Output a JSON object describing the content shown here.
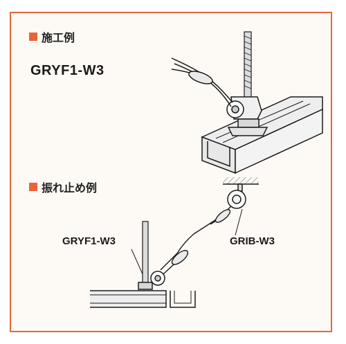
{
  "sections": {
    "construction": {
      "heading": "施工例",
      "model": "GRYF1-W3"
    },
    "sway_brace": {
      "heading": "振れ止め例",
      "label_left": "GRYF1-W3",
      "label_right": "GRIB-W3"
    }
  },
  "colors": {
    "accent": "#e8643a",
    "line": "#1a1a1a",
    "paper": "#fdf9f4"
  }
}
